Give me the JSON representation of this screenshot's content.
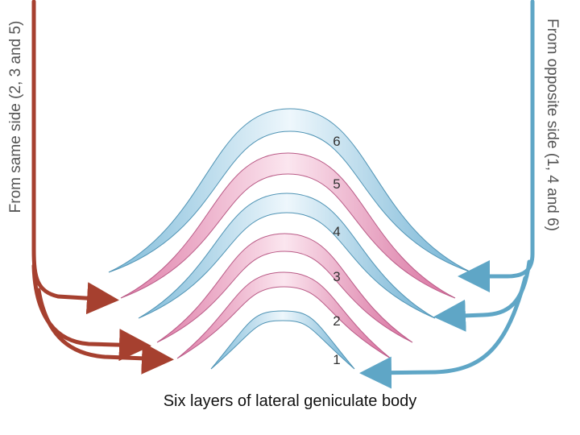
{
  "labels": {
    "left": "From same side (2, 3 and 5)",
    "right": "From opposite side (1, 4 and 6)",
    "caption": "Six layers of lateral geniculate body"
  },
  "layers": [
    {
      "number": "1",
      "color": "blue"
    },
    {
      "number": "2",
      "color": "pink"
    },
    {
      "number": "3",
      "color": "pink"
    },
    {
      "number": "4",
      "color": "blue"
    },
    {
      "number": "5",
      "color": "pink"
    },
    {
      "number": "6",
      "color": "blue"
    }
  ],
  "colors": {
    "same_side": "#a6402f",
    "opposite_side": "#6aaecb",
    "blue_layer": "#8cc4de",
    "pink_layer": "#e38ab0"
  }
}
